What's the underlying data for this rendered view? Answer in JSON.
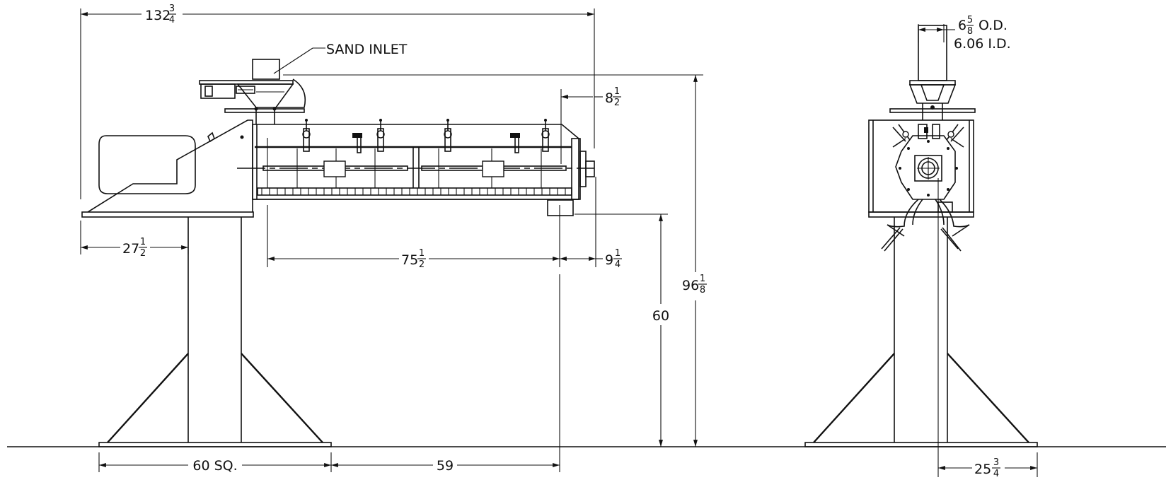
{
  "callouts": {
    "sand_inlet": "SAND INLET",
    "od": "6⅝ O.D.",
    "od_whole": "6",
    "od_num": "5",
    "od_den": "8",
    "od_suffix": "O.D.",
    "id": "6.06 I.D."
  },
  "dimensions": {
    "overall_length": {
      "whole": "132",
      "num": "3",
      "den": "4"
    },
    "shaft_extension": {
      "whole": "8",
      "num": "1",
      "den": "2"
    },
    "motor_overhang": {
      "whole": "27",
      "num": "1",
      "den": "2"
    },
    "trough_length": {
      "whole": "75",
      "num": "1",
      "den": "2"
    },
    "discharge_offset": {
      "whole": "9",
      "num": "1",
      "den": "4"
    },
    "discharge_height": "60",
    "overall_height": {
      "whole": "96",
      "num": "1",
      "den": "8"
    },
    "base_width": "60 SQ.",
    "base_to_discharge": "59",
    "side_offset": {
      "whole": "25",
      "num": "3",
      "den": "4"
    }
  }
}
